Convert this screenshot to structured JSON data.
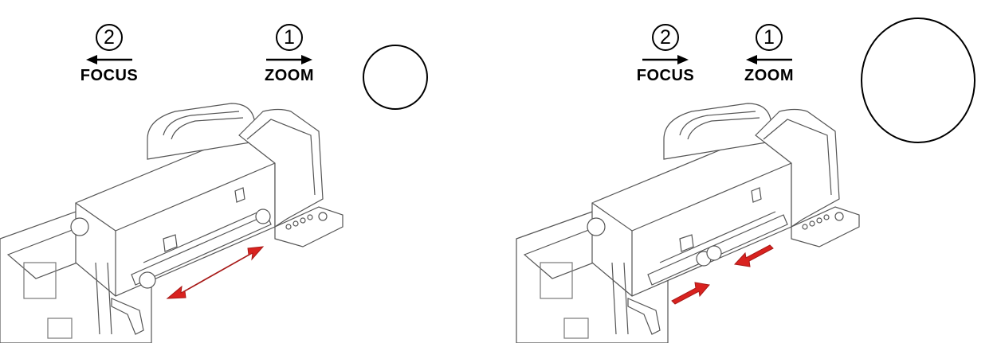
{
  "panels": [
    {
      "steps": [
        {
          "number": "2",
          "label": "FOCUS",
          "direction": "left"
        },
        {
          "number": "1",
          "label": "ZOOM",
          "direction": "right"
        }
      ],
      "beam": "small-circle",
      "motion": "both-directions"
    },
    {
      "steps": [
        {
          "number": "2",
          "label": "FOCUS",
          "direction": "right"
        },
        {
          "number": "1",
          "label": "ZOOM",
          "direction": "left"
        }
      ],
      "beam": "large-circle",
      "motion": "converging"
    }
  ],
  "colors": {
    "ink": "#000000",
    "arrow_red": "#d9221f",
    "line_gray": "#555555"
  }
}
